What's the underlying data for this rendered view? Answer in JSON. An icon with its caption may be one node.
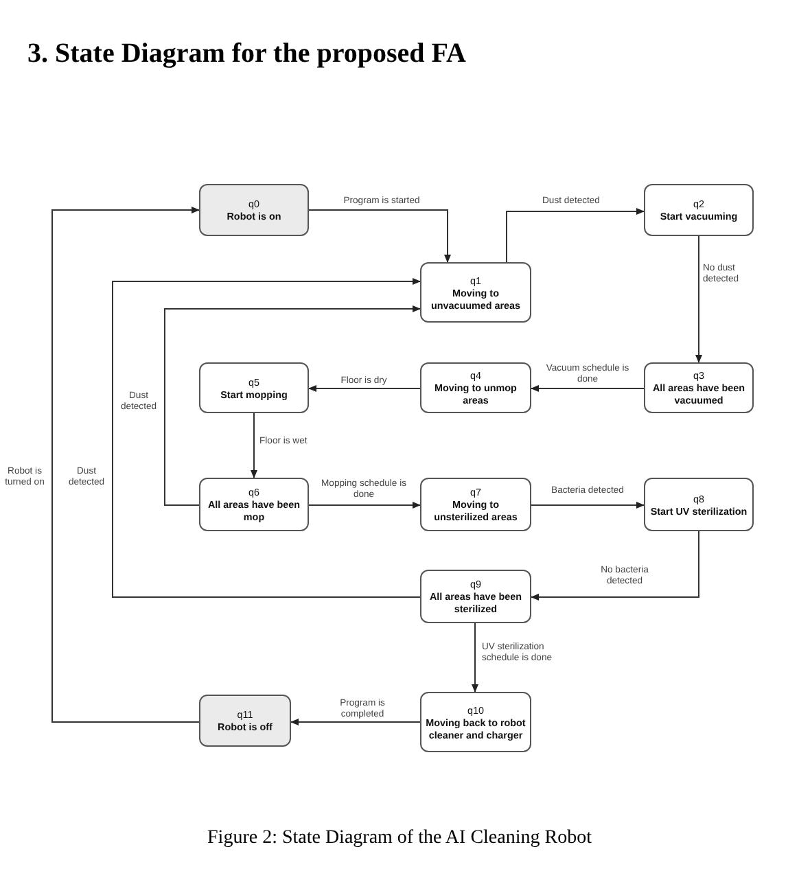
{
  "diagram": {
    "title": "3. State Diagram for the proposed FA",
    "caption": "Figure 2: State Diagram of the AI Cleaning Robot",
    "nodes": [
      {
        "text": [
          "q0",
          "Robot is on"
        ]
      },
      {
        "text": [
          "q1",
          "Moving to unvacuumed areas"
        ]
      },
      {
        "text": [
          "q2",
          "Start vacuuming"
        ]
      },
      {
        "text": [
          "q3",
          "All areas have been vacuumed"
        ]
      },
      {
        "text": [
          "q4",
          "Moving to unmop areas"
        ]
      },
      {
        "text": [
          "q5",
          "Start mopping"
        ]
      },
      {
        "text": [
          "q6",
          "All areas have been mop"
        ]
      },
      {
        "text": [
          "q7",
          "Moving to unsterilized areas"
        ]
      },
      {
        "text": [
          "q8",
          "Start UV sterilization"
        ]
      },
      {
        "text": [
          "q9",
          "All areas have been sterilized"
        ]
      },
      {
        "text": [
          "q10",
          "Moving back to robot cleaner and charger"
        ]
      },
      {
        "text": [
          "q11",
          "Robot is off"
        ]
      }
    ],
    "edges": [
      {
        "from": 0,
        "to": 1,
        "arrow": "to",
        "label": "Program is started"
      },
      {
        "from": 1,
        "to": 2,
        "arrow": "to",
        "label": "Dust detected"
      },
      {
        "from": 2,
        "to": 3,
        "arrow": "to",
        "label": "No dust detected"
      },
      {
        "from": 3,
        "to": 4,
        "arrow": "to",
        "label": "Vacuum schedule is done"
      },
      {
        "from": 4,
        "to": 5,
        "arrow": "to",
        "label": "Floor is dry"
      },
      {
        "from": 5,
        "to": 6,
        "arrow": "to",
        "label": "Floor is wet"
      },
      {
        "from": 6,
        "to": 7,
        "arrow": "to",
        "label": "Mopping schedule is done"
      },
      {
        "from": 7,
        "to": 8,
        "arrow": "to",
        "label": "Bacteria detected"
      },
      {
        "from": 8,
        "to": 9,
        "arrow": "to",
        "label": "No bacteria detected"
      },
      {
        "from": 9,
        "to": 10,
        "arrow": "to",
        "label": "UV sterilization schedule is done"
      },
      {
        "from": 10,
        "to": 11,
        "arrow": "to",
        "label": "Program is completed"
      },
      {
        "from": 11,
        "to": 0,
        "arrow": "to",
        "label": "Robot is turned on"
      },
      {
        "from": 9,
        "to": 1,
        "arrow": "to",
        "label": "Dust detected"
      },
      {
        "from": 6,
        "to": 1,
        "arrow": "to",
        "label": "Dust detected"
      }
    ]
  }
}
